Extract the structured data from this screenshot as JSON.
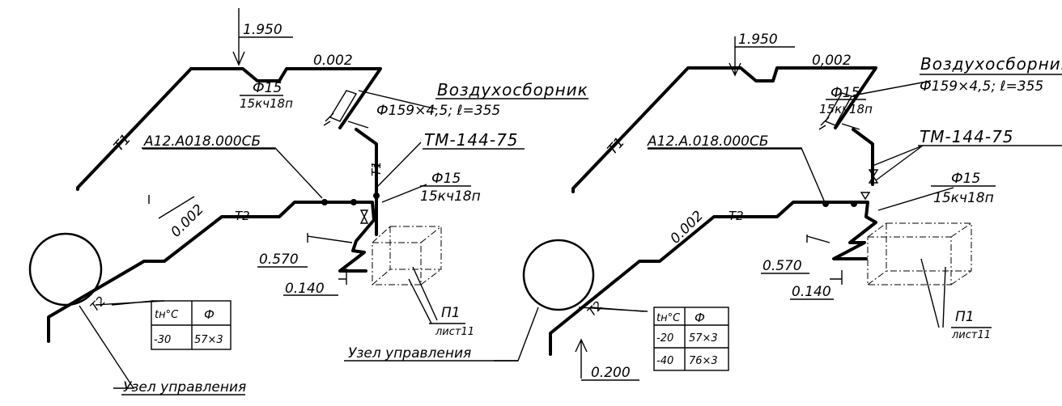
{
  "colors": {
    "ink": "#000000",
    "paper": "#ffffff"
  },
  "left": {
    "elev_top": "1.950",
    "slope_top": "0.002",
    "air_collector_title": "Воздухосборник",
    "air_collector_spec": "Ф159×4,5; ℓ=355",
    "valve_top_d": "Ф15",
    "valve_top_type": "15кч18п",
    "t1": "Т1",
    "code": "А12.А018.000СБ",
    "tm": "ТМ-144-75",
    "valve_d": "Ф15",
    "valve_type": "15кч18п",
    "t2_upper": "Т2",
    "slope_low": "0.002",
    "t2_lower": "Т2",
    "t1_riser": "Т1",
    "elev_mid": "0.570",
    "elev_low": "0.140",
    "ref": "П1",
    "ref_sheet": "лист11",
    "control_unit": "Узел управления",
    "table": {
      "h1": "tн°С",
      "h2": "Ф",
      "rows": [
        [
          "-30",
          "57×3"
        ]
      ]
    }
  },
  "right": {
    "elev_top": "1.950",
    "slope_top": "0,002",
    "air_collector_title": "Воздухосборник",
    "air_collector_spec": "Ф159×4,5; ℓ=355",
    "valve_top_d": "Ф15",
    "valve_top_type": "15кч18п",
    "t1": "Т1",
    "code": "А12.А.018.000СБ",
    "tm": "ТМ-144-75",
    "valve_d": "Ф15",
    "valve_type": "15кч18п",
    "t2_upper": "Т2",
    "slope_low": "0.002",
    "t2_lower": "Т2",
    "elev_mid": "0.570",
    "elev_low": "0.140",
    "elev_bottom": "0.200",
    "ref": "П1",
    "ref_sheet": "лист11",
    "control_unit": "Узел управления",
    "table": {
      "h1": "tн°С",
      "h2": "Ф",
      "rows": [
        [
          "-20",
          "57×3"
        ],
        [
          "-40",
          "76×3"
        ]
      ]
    }
  }
}
